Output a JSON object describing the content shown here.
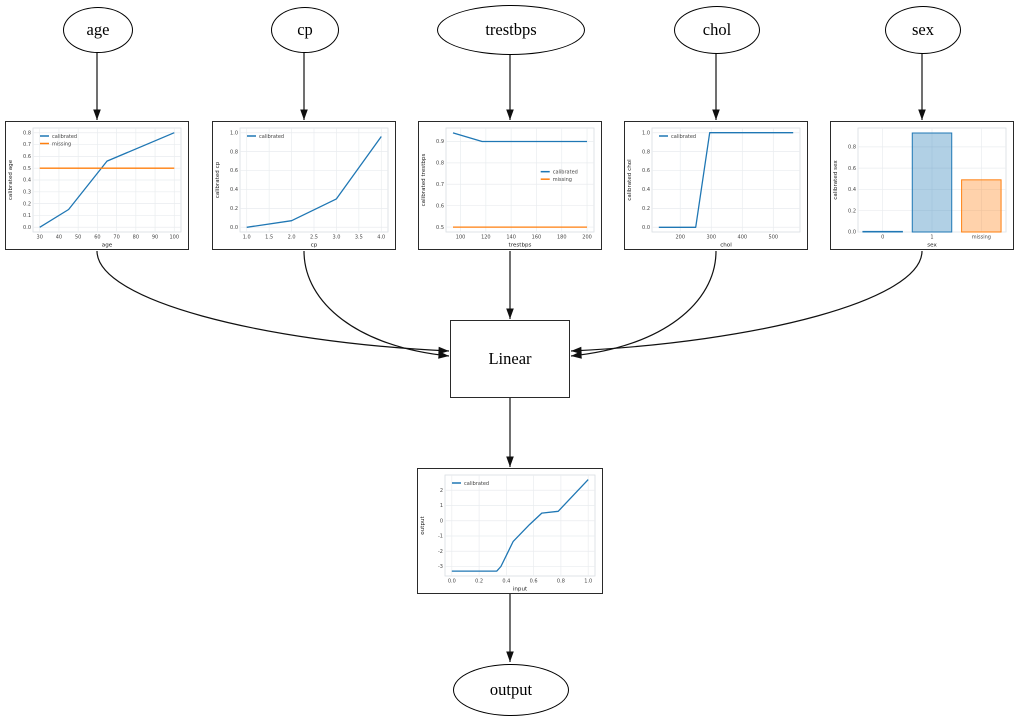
{
  "nodes": {
    "inputs": [
      {
        "id": "age",
        "label": "age"
      },
      {
        "id": "cp",
        "label": "cp"
      },
      {
        "id": "trestbps",
        "label": "trestbps"
      },
      {
        "id": "chol",
        "label": "chol"
      },
      {
        "id": "sex",
        "label": "sex"
      }
    ],
    "linear": {
      "label": "Linear"
    },
    "output": {
      "label": "output"
    }
  },
  "colors": {
    "calibrated": "#1f77b4",
    "missing": "#ff7f0e",
    "edge": "#101010"
  },
  "chart_data": [
    {
      "name": "age-calibration",
      "type": "line",
      "xlabel": "age",
      "ylabel": "calibrated age",
      "xlim": [
        26.5,
        103.5
      ],
      "ylim": [
        -0.04,
        0.84
      ],
      "xticks": [
        {
          "v": 30,
          "l": "30"
        },
        {
          "v": 40,
          "l": "40"
        },
        {
          "v": 50,
          "l": "50"
        },
        {
          "v": 60,
          "l": "60"
        },
        {
          "v": 70,
          "l": "70"
        },
        {
          "v": 80,
          "l": "80"
        },
        {
          "v": 90,
          "l": "90"
        },
        {
          "v": 100,
          "l": "100"
        }
      ],
      "yticks": [
        {
          "v": 0.0,
          "l": "0.0"
        },
        {
          "v": 0.1,
          "l": "0.1"
        },
        {
          "v": 0.2,
          "l": "0.2"
        },
        {
          "v": 0.3,
          "l": "0.3"
        },
        {
          "v": 0.4,
          "l": "0.4"
        },
        {
          "v": 0.5,
          "l": "0.5"
        },
        {
          "v": 0.6,
          "l": "0.6"
        },
        {
          "v": 0.7,
          "l": "0.7"
        },
        {
          "v": 0.8,
          "l": "0.8"
        }
      ],
      "series": [
        {
          "name": "calibrated",
          "color": "#1f77b4",
          "points": [
            [
              30,
              0.0
            ],
            [
              45,
              0.15
            ],
            [
              65,
              0.56
            ],
            [
              100,
              0.8
            ]
          ]
        },
        {
          "name": "missing",
          "color": "#ff7f0e",
          "points": [
            [
              30,
              0.5
            ],
            [
              100,
              0.5
            ]
          ]
        }
      ],
      "legend": {
        "loc": "upper left",
        "entries": [
          {
            "label": "calibrated",
            "color": "#1f77b4"
          },
          {
            "label": "missing",
            "color": "#ff7f0e"
          }
        ]
      },
      "grid": true
    },
    {
      "name": "cp-calibration",
      "type": "line",
      "xlabel": "cp",
      "ylabel": "calibrated cp",
      "xlim": [
        0.85,
        4.15
      ],
      "ylim": [
        -0.05,
        1.05
      ],
      "xticks": [
        {
          "v": 1.0,
          "l": "1.0"
        },
        {
          "v": 1.5,
          "l": "1.5"
        },
        {
          "v": 2.0,
          "l": "2.0"
        },
        {
          "v": 2.5,
          "l": "2.5"
        },
        {
          "v": 3.0,
          "l": "3.0"
        },
        {
          "v": 3.5,
          "l": "3.5"
        },
        {
          "v": 4.0,
          "l": "4.0"
        }
      ],
      "yticks": [
        {
          "v": 0.0,
          "l": "0.0"
        },
        {
          "v": 0.2,
          "l": "0.2"
        },
        {
          "v": 0.4,
          "l": "0.4"
        },
        {
          "v": 0.6,
          "l": "0.6"
        },
        {
          "v": 0.8,
          "l": "0.8"
        },
        {
          "v": 1.0,
          "l": "1.0"
        }
      ],
      "series": [
        {
          "name": "calibrated",
          "color": "#1f77b4",
          "points": [
            [
              1,
              0.0
            ],
            [
              2,
              0.07
            ],
            [
              3,
              0.3
            ],
            [
              4,
              0.96
            ]
          ]
        }
      ],
      "legend": {
        "loc": "upper left",
        "entries": [
          {
            "label": "calibrated",
            "color": "#1f77b4"
          }
        ]
      },
      "grid": true
    },
    {
      "name": "trestbps-calibration",
      "type": "line",
      "xlabel": "trestbps",
      "ylabel": "calibrated trestbps",
      "xlim": [
        88.5,
        205.5
      ],
      "ylim": [
        0.477,
        0.963
      ],
      "xticks": [
        {
          "v": 100,
          "l": "100"
        },
        {
          "v": 120,
          "l": "120"
        },
        {
          "v": 140,
          "l": "140"
        },
        {
          "v": 160,
          "l": "160"
        },
        {
          "v": 180,
          "l": "180"
        },
        {
          "v": 200,
          "l": "200"
        }
      ],
      "yticks": [
        {
          "v": 0.5,
          "l": "0.5"
        },
        {
          "v": 0.6,
          "l": "0.6"
        },
        {
          "v": 0.7,
          "l": "0.7"
        },
        {
          "v": 0.8,
          "l": "0.8"
        },
        {
          "v": 0.9,
          "l": "0.9"
        }
      ],
      "series": [
        {
          "name": "calibrated",
          "color": "#1f77b4",
          "points": [
            [
              94,
              0.94
            ],
            [
              117,
              0.9
            ],
            [
              200,
              0.9
            ]
          ]
        },
        {
          "name": "missing",
          "color": "#ff7f0e",
          "points": [
            [
              94,
              0.5
            ],
            [
              200,
              0.5
            ]
          ]
        }
      ],
      "legend": {
        "loc": "center right",
        "entries": [
          {
            "label": "calibrated",
            "color": "#1f77b4"
          },
          {
            "label": "missing",
            "color": "#ff7f0e"
          }
        ]
      },
      "grid": true
    },
    {
      "name": "chol-calibration",
      "type": "line",
      "xlabel": "chol",
      "ylabel": "calibrated chol",
      "xlim": [
        109,
        586
      ],
      "ylim": [
        -0.05,
        1.05
      ],
      "xticks": [
        {
          "v": 200,
          "l": "200"
        },
        {
          "v": 300,
          "l": "300"
        },
        {
          "v": 400,
          "l": "400"
        },
        {
          "v": 500,
          "l": "500"
        }
      ],
      "yticks": [
        {
          "v": 0.0,
          "l": "0.0"
        },
        {
          "v": 0.2,
          "l": "0.2"
        },
        {
          "v": 0.4,
          "l": "0.4"
        },
        {
          "v": 0.6,
          "l": "0.6"
        },
        {
          "v": 0.8,
          "l": "0.8"
        },
        {
          "v": 1.0,
          "l": "1.0"
        }
      ],
      "series": [
        {
          "name": "calibrated",
          "color": "#1f77b4",
          "points": [
            [
              131,
              0.0
            ],
            [
              250,
              0.0
            ],
            [
              295,
              1.0
            ],
            [
              564,
              1.0
            ]
          ]
        }
      ],
      "legend": {
        "loc": "upper left",
        "entries": [
          {
            "label": "calibrated",
            "color": "#1f77b4"
          }
        ]
      },
      "grid": true
    },
    {
      "name": "sex-calibration",
      "type": "bar",
      "xlabel": "sex",
      "ylabel": "calibrated sex",
      "ylim": [
        0,
        0.977
      ],
      "categories": [
        "0",
        "1",
        "missing"
      ],
      "values": [
        0.0,
        0.93,
        0.49
      ],
      "bar_colors": [
        {
          "fill": "rgba(31,119,180,0.35)",
          "edge": "#1f77b4"
        },
        {
          "fill": "rgba(31,119,180,0.35)",
          "edge": "#1f77b4"
        },
        {
          "fill": "rgba(255,127,14,0.35)",
          "edge": "#ff7f0e"
        }
      ],
      "yticks": [
        {
          "v": 0.0,
          "l": "0.0"
        },
        {
          "v": 0.2,
          "l": "0.2"
        },
        {
          "v": 0.4,
          "l": "0.4"
        },
        {
          "v": 0.6,
          "l": "0.6"
        },
        {
          "v": 0.8,
          "l": "0.8"
        }
      ],
      "legend": null,
      "grid": true
    },
    {
      "name": "output-calibration",
      "type": "line",
      "xlabel": "input",
      "ylabel": "output",
      "xlim": [
        -0.05,
        1.05
      ],
      "ylim": [
        -3.62,
        3.0
      ],
      "xticks": [
        {
          "v": 0.0,
          "l": "0.0"
        },
        {
          "v": 0.2,
          "l": "0.2"
        },
        {
          "v": 0.4,
          "l": "0.4"
        },
        {
          "v": 0.6,
          "l": "0.6"
        },
        {
          "v": 0.8,
          "l": "0.8"
        },
        {
          "v": 1.0,
          "l": "1.0"
        }
      ],
      "yticks": [
        {
          "v": -3,
          "l": "-3"
        },
        {
          "v": -2,
          "l": "-2"
        },
        {
          "v": -1,
          "l": "-1"
        },
        {
          "v": 0,
          "l": "0"
        },
        {
          "v": 1,
          "l": "1"
        },
        {
          "v": 2,
          "l": "2"
        }
      ],
      "series": [
        {
          "name": "calibrated",
          "color": "#1f77b4",
          "points": [
            [
              0,
              -3.3
            ],
            [
              0.33,
              -3.3
            ],
            [
              0.36,
              -3.0
            ],
            [
              0.45,
              -1.35
            ],
            [
              0.57,
              -0.25
            ],
            [
              0.66,
              0.5
            ],
            [
              0.78,
              0.62
            ],
            [
              1.0,
              2.7
            ]
          ]
        }
      ],
      "legend": {
        "loc": "upper left",
        "entries": [
          {
            "label": "calibrated",
            "color": "#1f77b4"
          }
        ]
      },
      "grid": true
    }
  ]
}
